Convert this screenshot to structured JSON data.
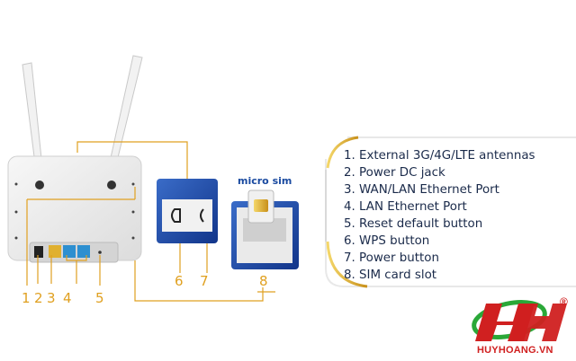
{
  "sim_label": "micro sim",
  "callouts": [
    "1",
    "2",
    "3",
    "4",
    "5",
    "6",
    "7",
    "8"
  ],
  "legend": {
    "items": [
      "1. External 3G/4G/LTE antennas",
      "2. Power DC jack",
      "3. WAN/LAN Ethernet Port",
      "4. LAN Ethernet Port",
      "5. Reset default button",
      "6. WPS button",
      "7. Power button",
      "8. SIM card slot"
    ]
  },
  "brand": {
    "website": "HUYHOANG.VN",
    "registered": "®"
  },
  "colors": {
    "callout_line": "#e0a020",
    "panel_blue": "#1a4aa0",
    "legend_text": "#1a2a4a",
    "brand_red": "#d02020",
    "brand_green": "#2aa838"
  }
}
